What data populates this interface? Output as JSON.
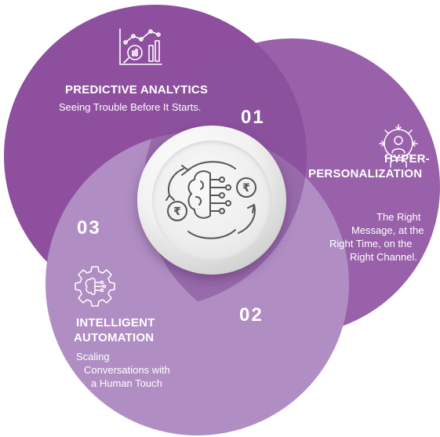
{
  "colors": {
    "segment_1": "#8e4f9f",
    "segment_2": "#9861a9",
    "segment_3": "#b08ec3",
    "text": "#ffffff",
    "hub": "#e9e9e9"
  },
  "segments": [
    {
      "number": "01",
      "title": "PREDICTIVE ANALYTICS",
      "description": "Seeing Trouble Before It Starts.",
      "icon": "analytics-magnifier-icon"
    },
    {
      "number": "02",
      "title_lines": [
        "HYPER-",
        "PERSONALIZATION"
      ],
      "description_lines": [
        "The Right",
        "Message, at the",
        "Right Time, on the",
        "Right Channel."
      ],
      "icon": "personalization-user-icon"
    },
    {
      "number": "03",
      "title_lines": [
        "INTELLIGENT",
        "AUTOMATION"
      ],
      "description_lines": [
        "Scaling",
        "Conversations with",
        "a Human Touch"
      ],
      "icon": "automation-gear-brain-icon"
    }
  ],
  "hub": {
    "icon": "ai-brain-rupee-cycle-icon"
  }
}
